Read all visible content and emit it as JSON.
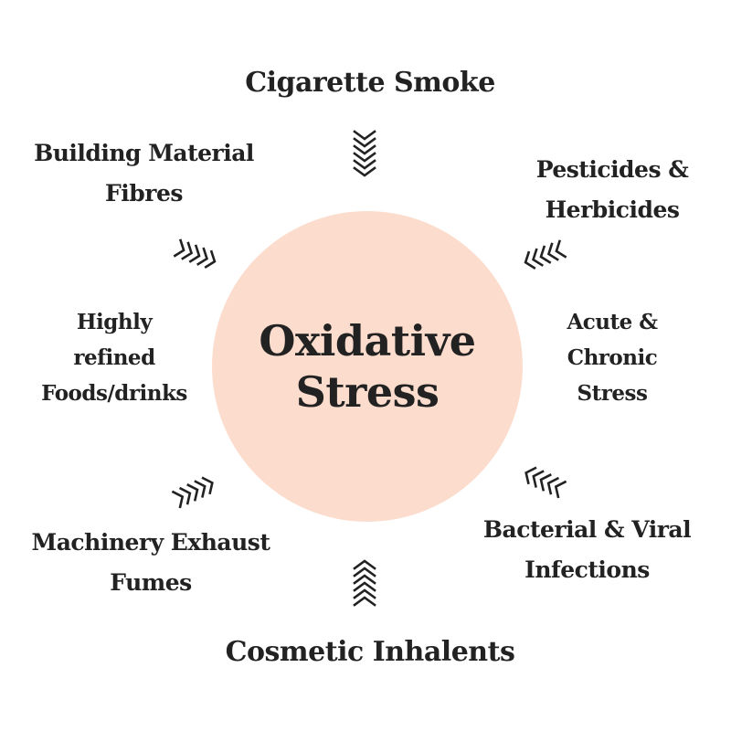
{
  "colors": {
    "circle": "#fcdccd",
    "text": "#222222",
    "chevron": "#222222"
  },
  "center": {
    "lines": [
      "Oxidative",
      "Stress"
    ]
  },
  "factors": {
    "cigarette": {
      "lines": [
        "Cigarette Smoke"
      ]
    },
    "pesticides": {
      "lines": [
        "Pesticides &",
        "Herbicides"
      ]
    },
    "stress": {
      "lines": [
        "Acute &",
        "Chronic",
        "Stress"
      ]
    },
    "infections": {
      "lines": [
        "Bacterial & Viral",
        "Infections"
      ]
    },
    "cosmetic": {
      "lines": [
        "Cosmetic Inhalents"
      ]
    },
    "machinery": {
      "lines": [
        "Machinery Exhaust",
        "Fumes"
      ]
    },
    "foods": {
      "lines": [
        "Highly",
        "refined",
        "Foods/drinks"
      ]
    },
    "building": {
      "lines": [
        "Building Material",
        "Fibres"
      ]
    }
  },
  "arrow_icon": "chevron-icon"
}
